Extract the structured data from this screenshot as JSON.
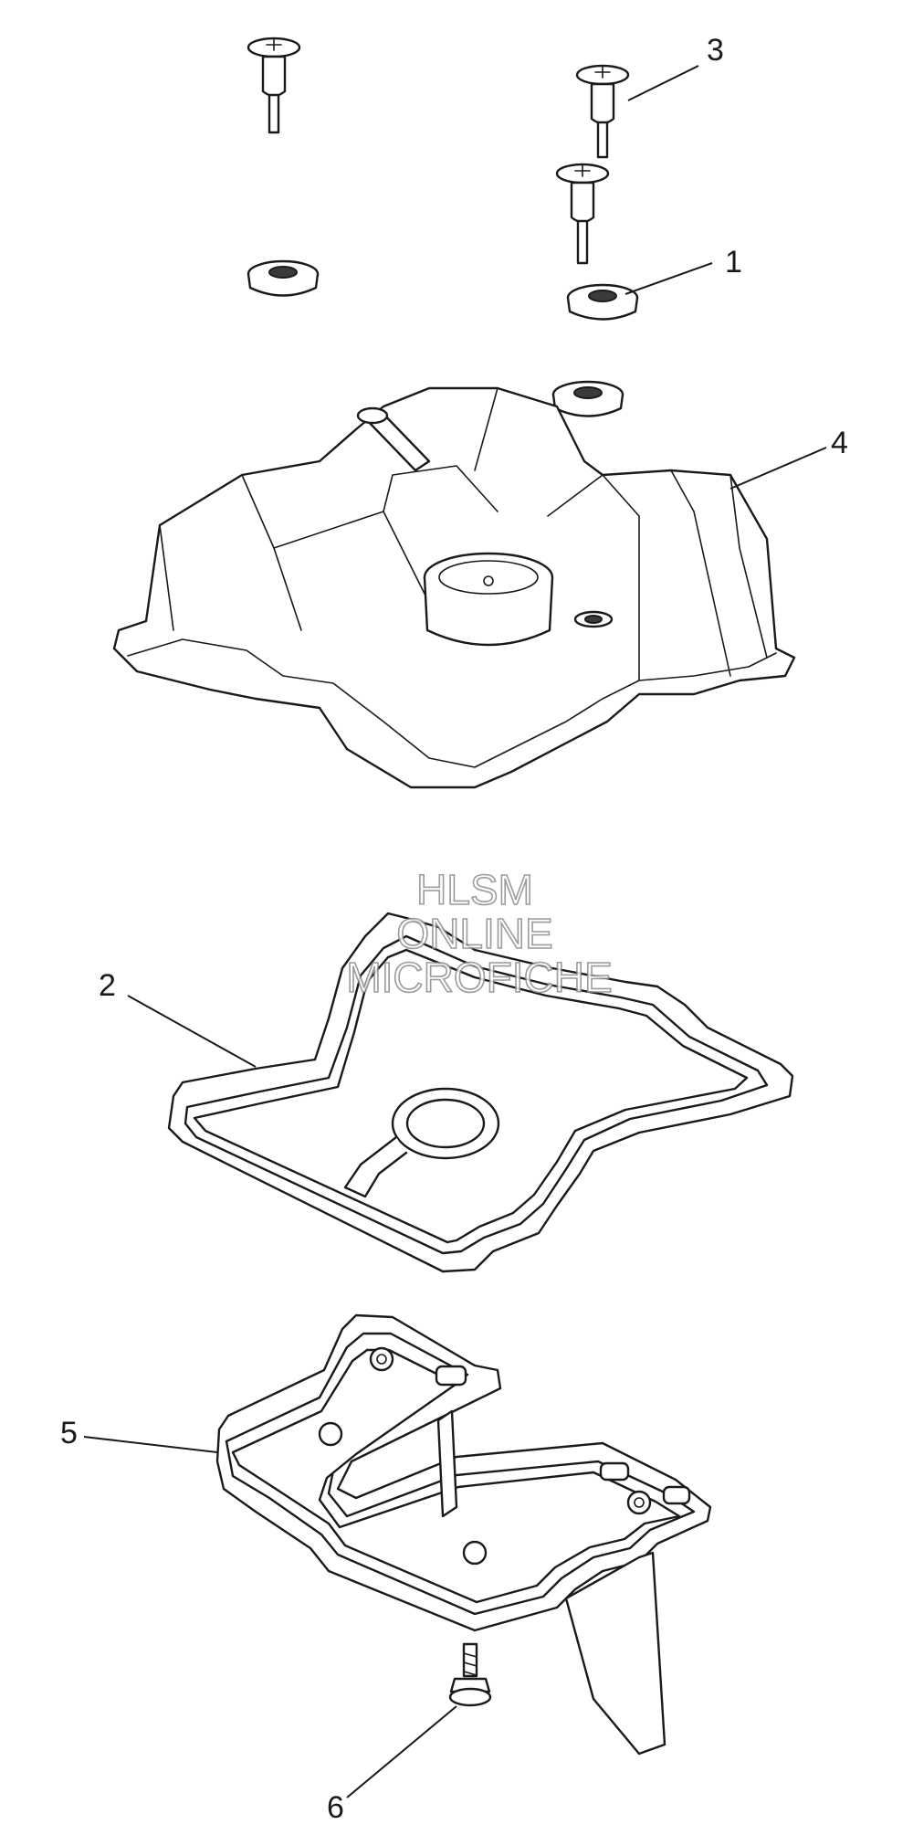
{
  "callouts": {
    "c1": "1",
    "c2": "2",
    "c3": "3",
    "c4": "4",
    "c5": "5",
    "c6": "6"
  },
  "watermark": {
    "line1": "HLSM",
    "line2": "ONLINE",
    "line3": "MICROFICHE"
  },
  "colors": {
    "line": "#1a1a1a",
    "background": "#ffffff",
    "watermark_outline": "#8a8a8a"
  }
}
